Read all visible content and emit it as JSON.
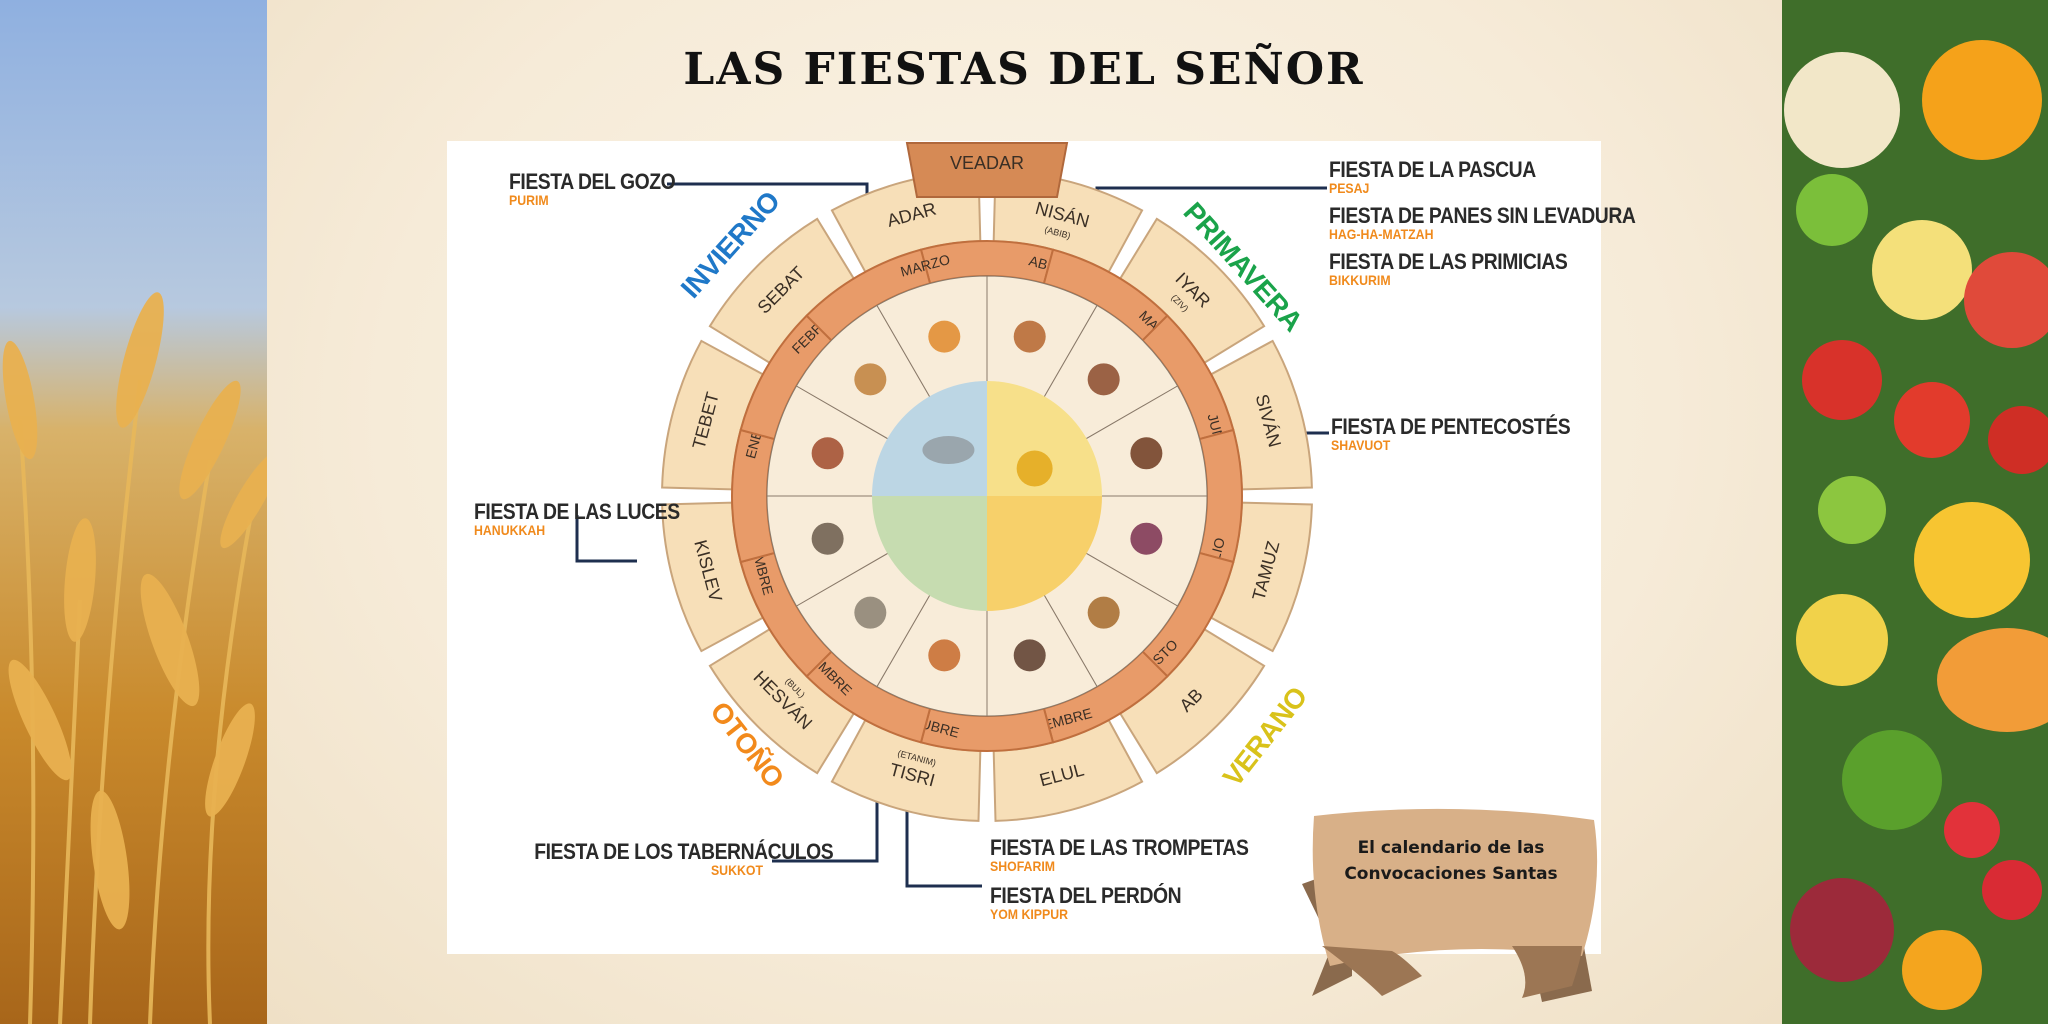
{
  "title": "LAS FIESTAS DEL SEÑOR",
  "seasons": {
    "winter": "INVIERNO",
    "spring": "PRIMAVERA",
    "summer": "VERANO",
    "autumn": "OTOÑO"
  },
  "colors": {
    "winter": "#1f78c8",
    "spring": "#1aa34a",
    "summer": "#d9c21a",
    "autumn": "#f28a1c",
    "subtitle": "#f08a1c"
  },
  "hebrew_months": [
    "NISÁN",
    "IYAR",
    "SIVÁN",
    "TAMUZ",
    "AB",
    "ELUL",
    "TISRI",
    "HESVÁN",
    "KISLEV",
    "TEBET",
    "SEBAT",
    "ADAR"
  ],
  "hebrew_month_notes": {
    "nisan": "(ABIB)",
    "iyar": "(ZIV)",
    "tisri": "(ETANIM)",
    "hesvan": "(BUL)"
  },
  "leap_month": "VEADAR",
  "gregorian_months": [
    "ABRIL",
    "MAYO",
    "JUNIO",
    "JULIO",
    "AGOSTO",
    "SEPTIEMBRE",
    "OCTUBRE",
    "NOVIEMBRE",
    "DICIEMBRE",
    "ENERO",
    "FEBRERO",
    "MARZO"
  ],
  "feasts": {
    "purim": {
      "name": "FIESTA DEL GOZO",
      "sub": "PURIM"
    },
    "pesaj": {
      "name": "FIESTA DE LA PASCUA",
      "sub": "PESAJ"
    },
    "matzah": {
      "name": "FIESTA DE PANES SIN LEVADURA",
      "sub": "HAG-HA-MATZAH"
    },
    "bikkurim": {
      "name": "FIESTA DE LAS PRIMICIAS",
      "sub": "BIKKURIM"
    },
    "shavuot": {
      "name": "FIESTA DE PENTECOSTÉS",
      "sub": "SHAVUOT"
    },
    "hanukkah": {
      "name": "FIESTA DE LAS LUCES",
      "sub": "HANUKKAH"
    },
    "sukkot": {
      "name": "FIESTA DE LOS TABERNÁCULOS",
      "sub": "SUKKOT"
    },
    "shofarim": {
      "name": "FIESTA DE LAS TROMPETAS",
      "sub": "SHOFARIM"
    },
    "kippur": {
      "name": "FIESTA DEL PERDÓN",
      "sub": "YOM KIPPUR"
    }
  },
  "banner": {
    "line1": "El calendario de las",
    "line2": "Convocaciones Santas"
  }
}
